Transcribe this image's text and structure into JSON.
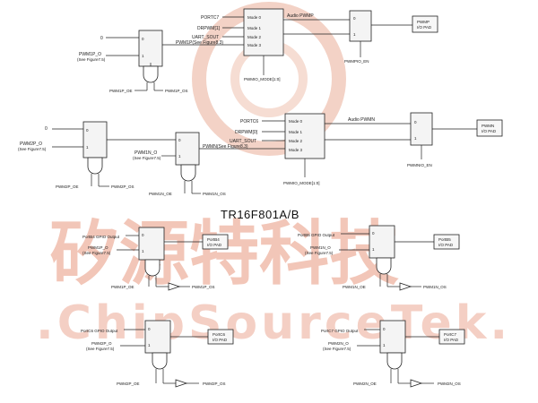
{
  "title": "TR16F801A/B",
  "watermark": {
    "cn": "矽源特科技",
    "en": ".ChipSourceTek."
  },
  "top": {
    "in0": "0",
    "in1": "PWM1P_O",
    "in1_sub": "(See Figure7.5)",
    "mux": {
      "p0": "0",
      "p1": "1"
    },
    "oe": "PWM1P_OE",
    "os": "PWM1P_OS",
    "mode_in0": "PORTC7",
    "mode_in1": "DRPWM[1]",
    "mode_in2": "UART_SOUT",
    "mode_in3": "PWM1P(See Figure8.3)",
    "mode0": "Mode 0",
    "mode1": "Mode 1",
    "mode2": "Mode 2",
    "mode3": "Mode 3",
    "mode_sel": "PWMIO_MODE[1:0]",
    "audio": "Audio PWMP",
    "mux2": {
      "p0": "0",
      "p1": "1"
    },
    "en": "PWMPIO_EN",
    "pad_line1": "PWMP",
    "pad_line2": "I/O PAD"
  },
  "middle": {
    "in0": "0",
    "in1": "PWM2P_O",
    "in1_sub": "(See Figure7.5)",
    "mux": {
      "p0": "0",
      "p1": "1"
    },
    "oe": "PWM2P_OE",
    "os": "PWM2P_OS",
    "inN": "PWM1N_O",
    "inN_sub": "(See Figure7.5)",
    "muxN": {
      "p0": "0",
      "p1": "1"
    },
    "oeN": "PWM1N_OE",
    "osN": "PWM1N_OS",
    "mode_in0": "PORTC6",
    "mode_in1": "DRPWM[0]",
    "mode_in2": "UART_SOUT",
    "mode_in3": "PWMN(See Figure8.3)",
    "mode0": "Mode 0",
    "mode1": "Mode 1",
    "mode2": "Mode 2",
    "mode3": "Mode 3",
    "mode_sel": "PWMIO_MODE[1:0]",
    "audio": "Audio PWMN",
    "mux2": {
      "p0": "0",
      "p1": "1"
    },
    "en": "PWMNIO_EN",
    "pad_line1": "PWMN",
    "pad_line2": "I/O PAD"
  },
  "gpio": [
    {
      "port": "PortB4 GPIO Output",
      "pwm": "PWM1P_O",
      "sub": "(See Figure7.5)",
      "oe": "PWM1P_OE",
      "os": "PWM1P_OS",
      "pad1": "PortB4",
      "pad2": "I/O PAD",
      "p0": "0",
      "p1": "1"
    },
    {
      "port": "PortB5 GPIO Output",
      "pwm": "PWM1N_O",
      "sub": "(See Figure7.5)",
      "oe": "PWM1N_OE",
      "os": "PWM1N_OS",
      "pad1": "PortB5",
      "pad2": "I/O PAD",
      "p0": "0",
      "p1": "1"
    },
    {
      "port": "PortC6 GPIO Output",
      "pwm": "PWM2P_O",
      "sub": "(See Figure7.5)",
      "oe": "PWM2P_OE",
      "os": "PWM2P_OS",
      "pad1": "PortC6",
      "pad2": "I/O PAD",
      "p0": "0",
      "p1": "1"
    },
    {
      "port": "PortC7 GPIO Output",
      "pwm": "PWM2N_O",
      "sub": "(See Figure7.5)",
      "oe": "PWM2N_OE",
      "os": "PWM2N_OS",
      "pad1": "PortC7",
      "pad2": "I/O PAD",
      "p0": "0",
      "p1": "1"
    }
  ]
}
